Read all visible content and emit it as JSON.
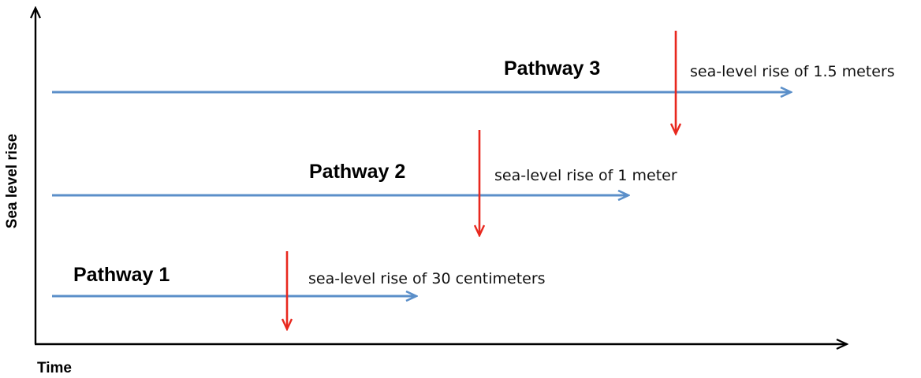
{
  "axes": {
    "y_label": "Sea level rise",
    "x_label": "Time"
  },
  "colors": {
    "axis": "#000000",
    "pathway_line": "#5B8FC9",
    "threshold_arrow": "#E8281E"
  },
  "pathways": [
    {
      "label": "Pathway 1",
      "threshold": "sea-level rise of 30 centimeters"
    },
    {
      "label": "Pathway 2",
      "threshold": "sea-level rise of 1 meter"
    },
    {
      "label": "Pathway 3",
      "threshold": "sea-level rise of 1.5 meters"
    }
  ]
}
